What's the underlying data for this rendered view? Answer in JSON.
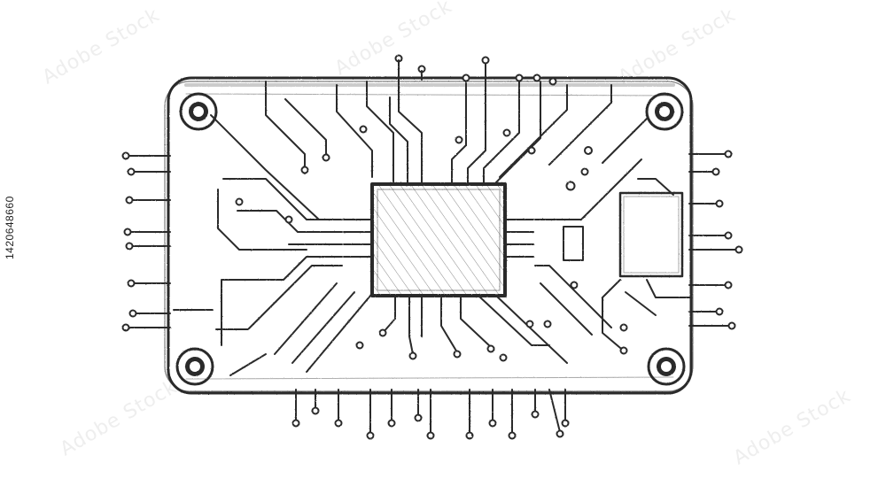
{
  "image": {
    "kind": "pencil sketch",
    "subject": "circuit board with central chip",
    "ink_color": "#2a2a2a",
    "background": "#ffffff"
  },
  "stock_id": "1420648660",
  "watermark_text": "Adobe Stock"
}
